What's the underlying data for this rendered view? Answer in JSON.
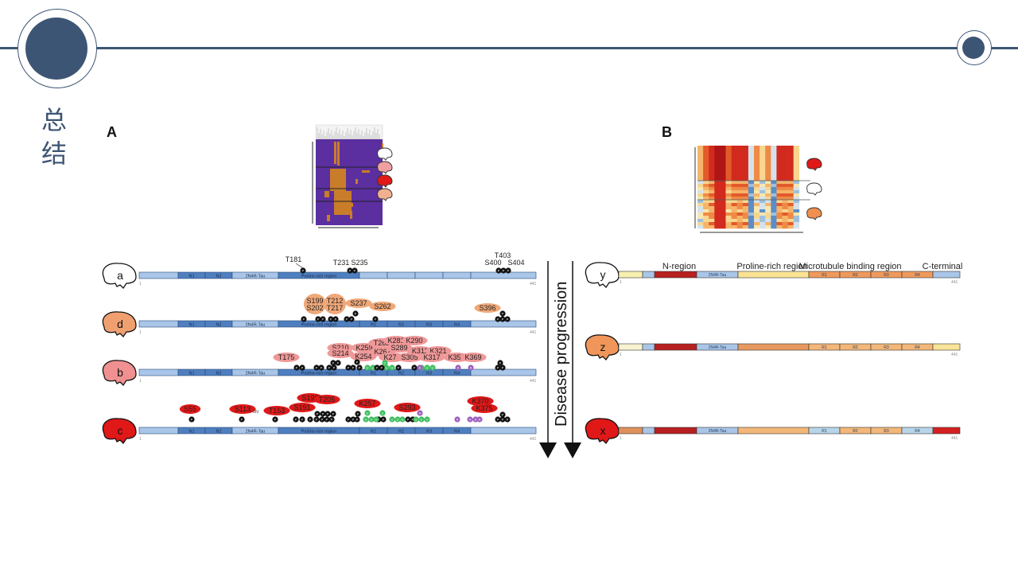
{
  "slide": {
    "title": "总结",
    "panel_a_label": "A",
    "panel_b_label": "B",
    "colors": {
      "accent": "#3d5574"
    }
  },
  "axis_label": "Disease progression",
  "panel_a": {
    "heatmap_colors": {
      "low": "#5b2fa0",
      "high": "#c97d2a"
    },
    "heatmap_brains": [
      "white",
      "pink",
      "red",
      "orange"
    ],
    "tau_length_start": "1",
    "tau_length_end": "441",
    "domains": [
      "",
      "N1",
      "N2",
      "2N4R-Tau",
      "Proline-rich region",
      "R1",
      "R2",
      "R3",
      "R4",
      ""
    ],
    "rows": [
      {
        "brain": "a",
        "brain_color": "#ffffff",
        "labels": [
          {
            "text": "T181",
            "kind": "plain"
          },
          {
            "text": "T231",
            "kind": "plain"
          },
          {
            "text": "S235",
            "kind": "plain"
          },
          {
            "text": "T403",
            "kind": "plain"
          },
          {
            "text": "S400",
            "kind": "plain"
          },
          {
            "text": "S404",
            "kind": "plain"
          }
        ]
      },
      {
        "brain": "d",
        "brain_color": "#f0a070",
        "labels": [
          {
            "text": "S199",
            "kind": "bubble"
          },
          {
            "text": "S202",
            "kind": "bubble"
          },
          {
            "text": "T212",
            "kind": "bubble"
          },
          {
            "text": "T217",
            "kind": "bubble"
          },
          {
            "text": "S237",
            "kind": "bubble"
          },
          {
            "text": "S262",
            "kind": "bubble"
          },
          {
            "text": "S396",
            "kind": "bubble"
          }
        ]
      },
      {
        "brain": "b",
        "brain_color": "#f09090",
        "labels": [
          {
            "text": "T175"
          },
          {
            "text": "S210"
          },
          {
            "text": "S214"
          },
          {
            "text": "K259"
          },
          {
            "text": "K254"
          },
          {
            "text": "T263"
          },
          {
            "text": "K267"
          },
          {
            "text": "K281"
          },
          {
            "text": "K290"
          },
          {
            "text": "S289"
          },
          {
            "text": "K274"
          },
          {
            "text": "S305"
          },
          {
            "text": "K311"
          },
          {
            "text": "K321"
          },
          {
            "text": "K317"
          },
          {
            "text": "K353"
          },
          {
            "text": "K369"
          }
        ]
      },
      {
        "brain": "c",
        "brain_color": "#e01818",
        "labels": [
          {
            "text": "S55"
          },
          {
            "text": "S113"
          },
          {
            "text": "T153"
          },
          {
            "text": "S191"
          },
          {
            "text": "S198"
          },
          {
            "text": "T205"
          },
          {
            "text": "K257"
          },
          {
            "text": "S293"
          },
          {
            "text": "K370"
          },
          {
            "text": "K375"
          }
        ],
        "note": "0N"
      }
    ],
    "marker_letters": {
      "phospho": "P",
      "ubiquitin": "U",
      "acetyl": "A"
    }
  },
  "panel_b": {
    "region_headers": [
      "N-region",
      "Proline-rich region",
      "Microtubule binding region",
      "C-terminal"
    ],
    "segment_labels": [
      "",
      "",
      "",
      "2N4R-Tau",
      "",
      "R1",
      "R2",
      "R3",
      "R4",
      ""
    ],
    "tau_length_start": "1",
    "tau_length_end": "441",
    "rows": [
      {
        "brain": "y",
        "brain_color": "#ffffff",
        "segment_colors": [
          "#f7efb0",
          "#a9c6e8",
          "#b82020",
          "#a9c6e8",
          "#fbe394",
          "#ef9a5c",
          "#ef9a5c",
          "#ef9a5c",
          "#ef9a5c",
          "#a9c6e8"
        ]
      },
      {
        "brain": "z",
        "brain_color": "#f0965a",
        "segment_colors": [
          "#f7f3d0",
          "#a9c6e8",
          "#b82020",
          "#a9c6e8",
          "#e8985f",
          "#f3b77a",
          "#f3b77a",
          "#f3b77a",
          "#f3b77a",
          "#f7e497"
        ]
      },
      {
        "brain": "x",
        "brain_color": "#e01818",
        "segment_colors": [
          "#e0905a",
          "#a9c6e8",
          "#b82020",
          "#a9c6e8",
          "#f3b77a",
          "#b8d4e8",
          "#f3b77a",
          "#f3b77a",
          "#b8d4e8",
          "#d42020"
        ]
      }
    ],
    "heatmap_brains": [
      "red",
      "white",
      "orange"
    ]
  }
}
